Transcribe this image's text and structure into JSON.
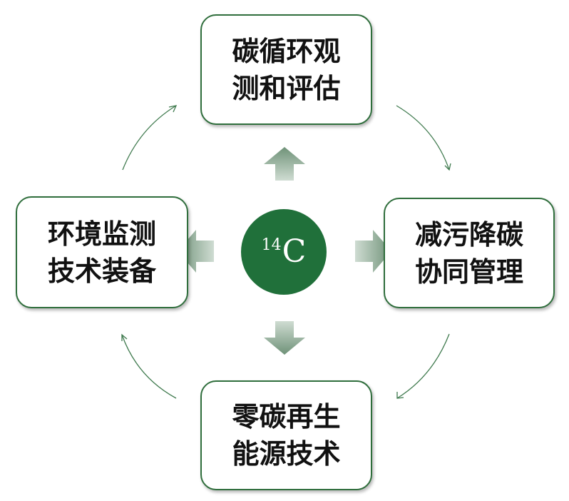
{
  "center": {
    "superscript": "14",
    "symbol": "C"
  },
  "nodes": {
    "top": {
      "label": "碳循环观测和评估"
    },
    "right": {
      "label": "减污降碳协同管理"
    },
    "bottom": {
      "label": "零碳再生能源技术"
    },
    "left": {
      "label": "环境监测技术装备"
    }
  },
  "colors": {
    "box_border": "#2f6e3c",
    "center_fill": "#20703a",
    "arrow_fill": "#7a9a82",
    "cycle_arrow": "#3f7a4e"
  }
}
